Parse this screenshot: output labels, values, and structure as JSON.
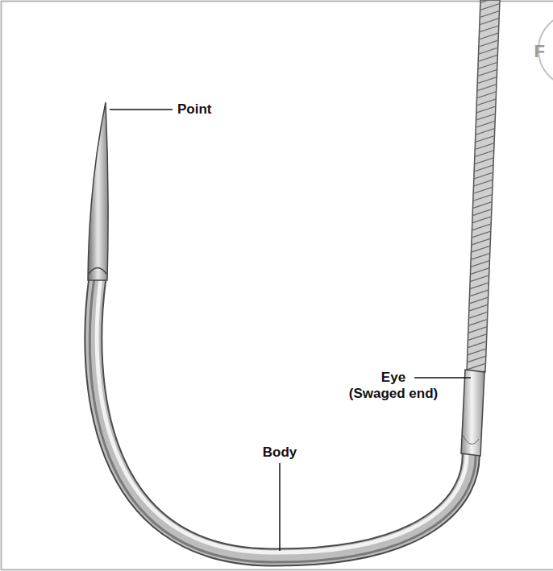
{
  "diagram": {
    "labels": [
      "Point",
      "Eye (Swaged end)",
      "Body",
      "F"
    ]
  }
}
